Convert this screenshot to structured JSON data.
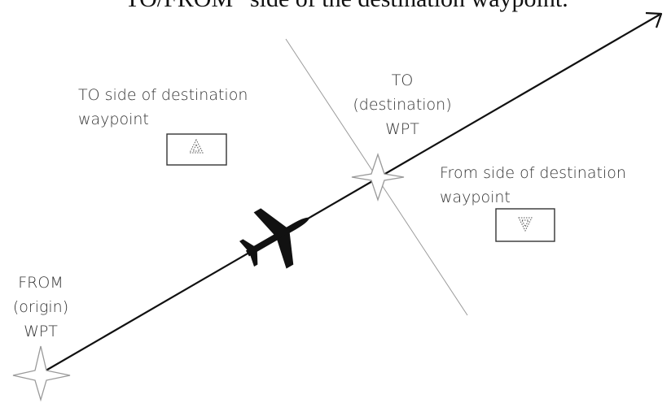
{
  "title": "“TO/FROM” side of the destination waypoint.",
  "labels": {
    "to_side": "TO side of destination",
    "to_side_line2": "waypoint",
    "to_wpt_line1": "TO",
    "to_wpt_line2": "(destination)",
    "to_wpt_line3": "WPT",
    "from_side": "From side of destination",
    "from_side_line2": "waypoint",
    "from_wpt_line1": "FROM",
    "from_wpt_line2": "(origin)",
    "from_wpt_line3": "WPT"
  },
  "colors": {
    "line": "#111111",
    "divider": "#9a9a9a",
    "text": "#333333"
  },
  "icons": {
    "to_indicator": "triangle-up-icon",
    "from_indicator": "triangle-down-icon",
    "aircraft": "airplane-icon",
    "waypoint": "star-icon"
  }
}
